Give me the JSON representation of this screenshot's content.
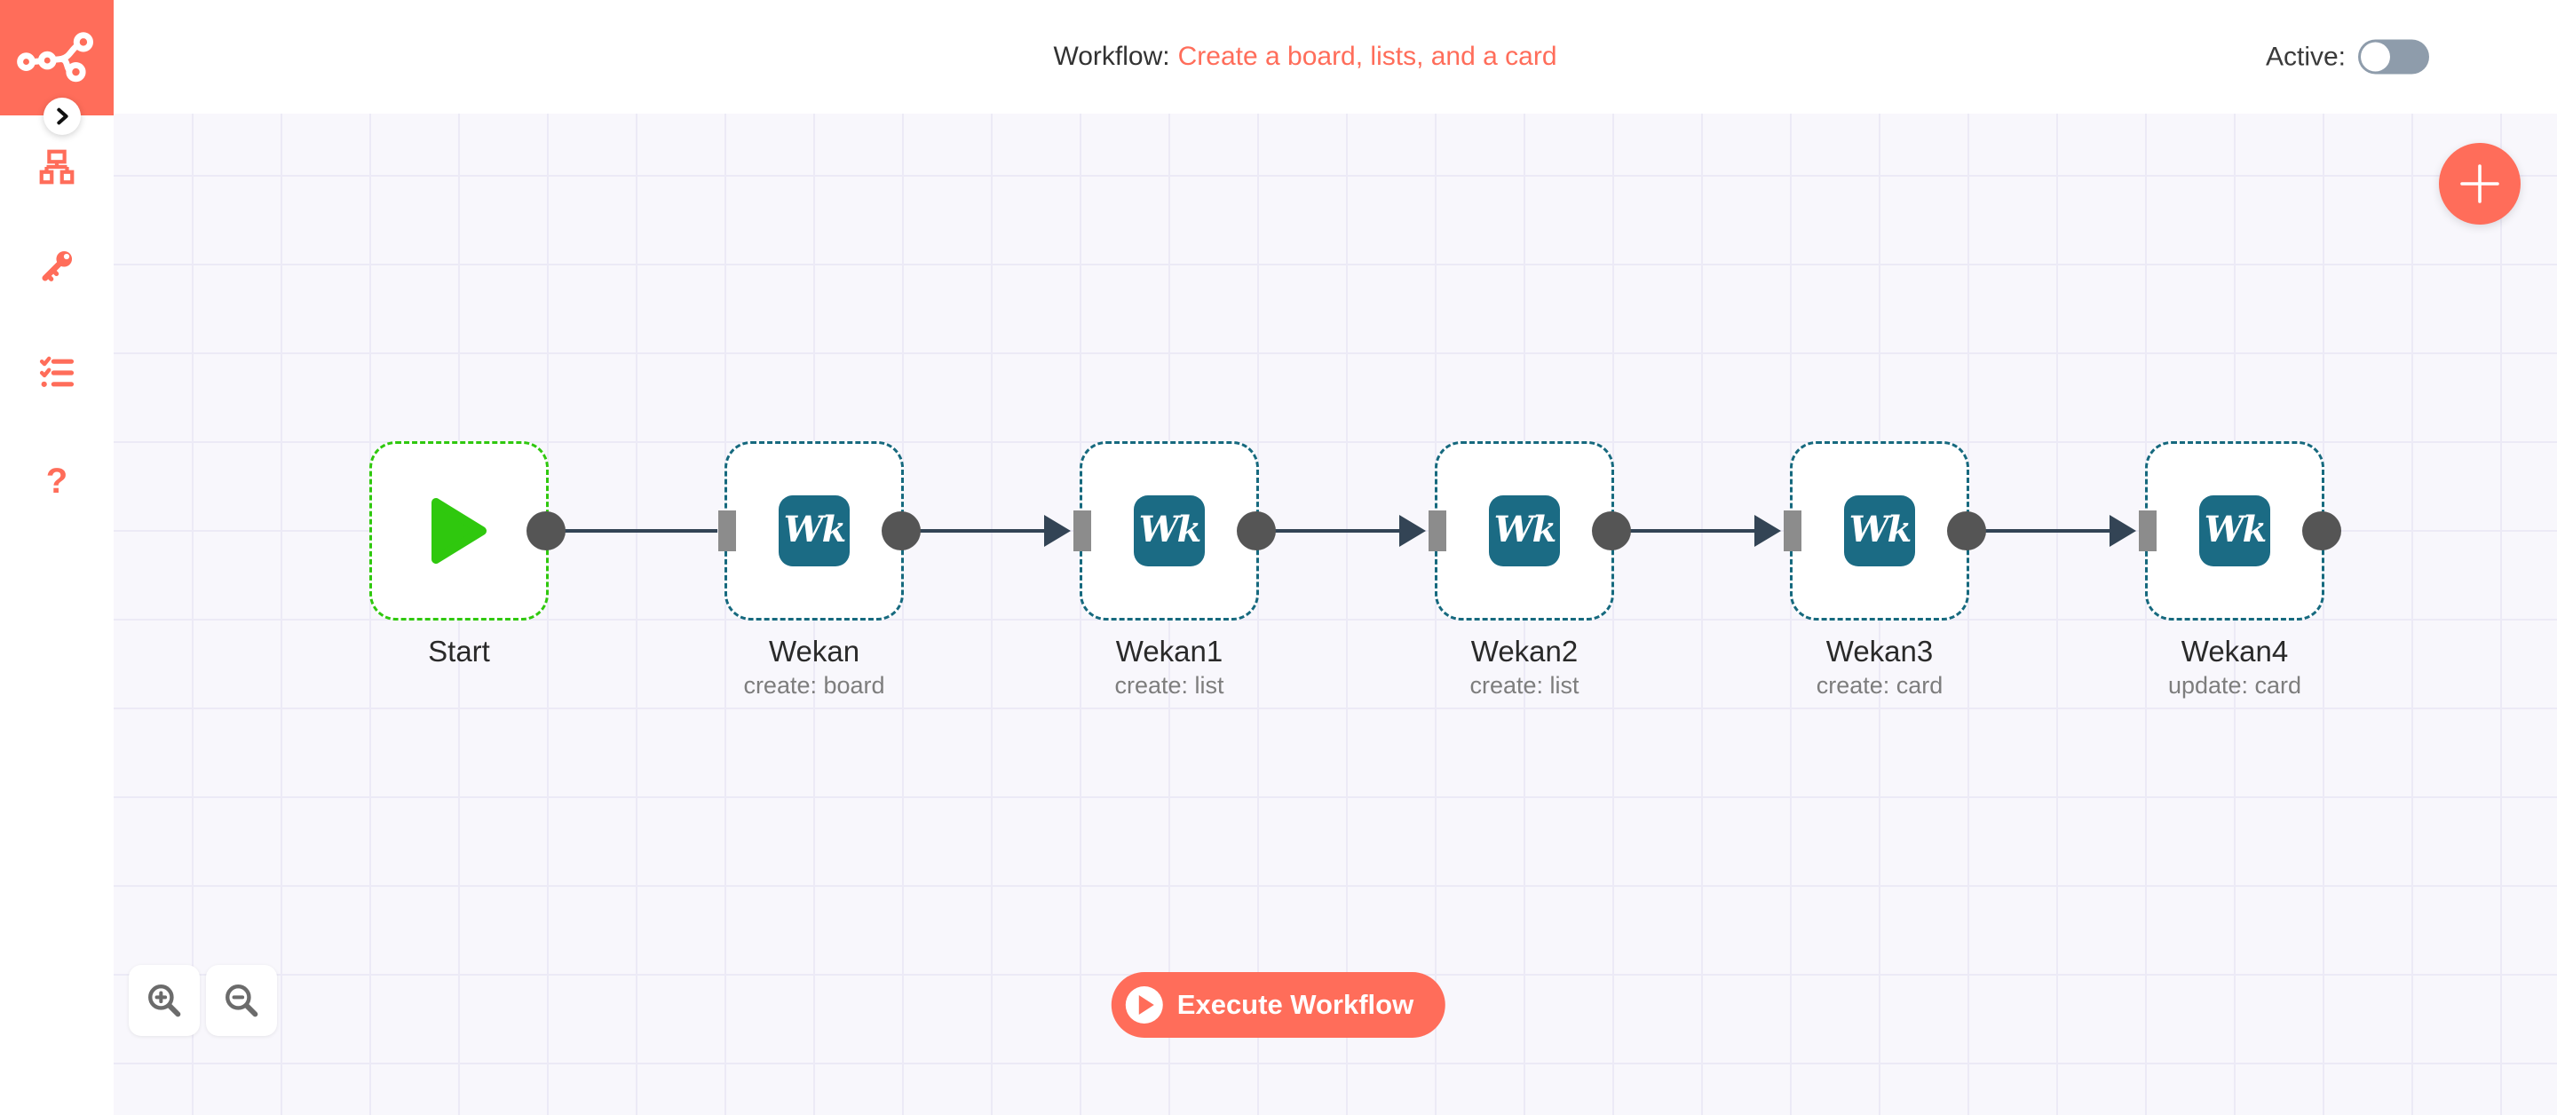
{
  "header": {
    "workflow_label": "Workflow:",
    "workflow_name": "Create a board, lists, and a card",
    "active_label": "Active:",
    "active_state": "off"
  },
  "sidebar": {
    "logo_icon": "n8n-nodes-logo",
    "collapse_icon": "chevron-right",
    "icons": [
      "workflow-sitemap-icon",
      "credentials-key-icon",
      "executions-checklist-icon",
      "help-question-icon"
    ],
    "help_glyph": "?"
  },
  "canvas": {
    "nodes": [
      {
        "name": "Start",
        "subtitle": "",
        "type": "start",
        "icon": "play-triangle"
      },
      {
        "name": "Wekan",
        "subtitle": "create: board",
        "type": "wekan",
        "icon": "wekan-logo"
      },
      {
        "name": "Wekan1",
        "subtitle": "create: list",
        "type": "wekan",
        "icon": "wekan-logo"
      },
      {
        "name": "Wekan2",
        "subtitle": "create: list",
        "type": "wekan",
        "icon": "wekan-logo"
      },
      {
        "name": "Wekan3",
        "subtitle": "create: card",
        "type": "wekan",
        "icon": "wekan-logo"
      },
      {
        "name": "Wekan4",
        "subtitle": "update: card",
        "type": "wekan",
        "icon": "wekan-logo"
      }
    ],
    "wekan_icon_text": "Wk",
    "plus_icon": "+",
    "zoom_icons": [
      "magnifier-plus",
      "magnifier-minus"
    ]
  },
  "footer": {
    "execute_button_label": "Execute Workflow",
    "execute_icon": "play-circle"
  },
  "colors": {
    "accent": "#FF6D5A",
    "canvas_bg": "#F8F7FC",
    "grid_line": "#ECEAF6",
    "connection": "#334455",
    "endpoint_circle": "#555555",
    "endpoint_input": "#8C8C8C",
    "start_green": "#2FC80E",
    "wekan_teal": "#1B6B84",
    "wekan_border": "#16697E",
    "toggle_track": "#8E9CAB",
    "label_dark": "#2A2A2A",
    "label_gray": "#7D7D7D"
  }
}
